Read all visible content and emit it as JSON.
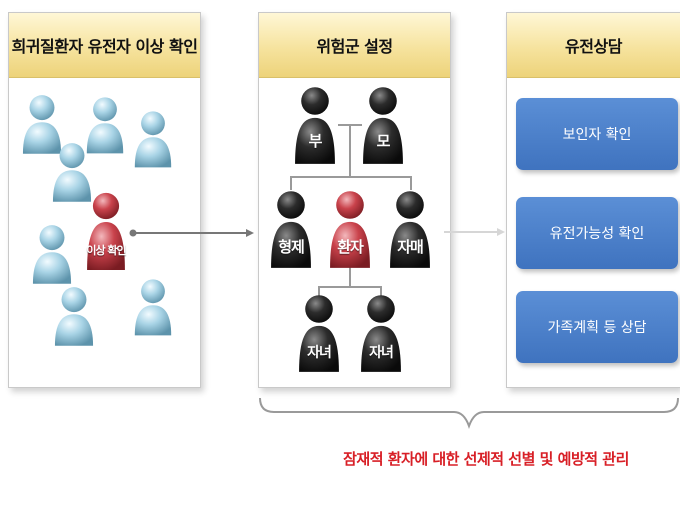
{
  "panels": {
    "detect": {
      "title": "희귀질환자 유전자 이상 확인"
    },
    "risk_group": {
      "title": "위험군 설정"
    },
    "counseling": {
      "title": "유전상담"
    }
  },
  "people": {
    "abnormal": "이상 확인",
    "father": "부",
    "mother": "모",
    "brother": "형제",
    "patient": "환자",
    "sister": "자매",
    "child1": "자녀",
    "child2": "자녀"
  },
  "steps": [
    "보인자 확인",
    "유전가능성 확인",
    "가족계획 등 상담"
  ],
  "footer": "잠재적 환자에 대한 선제적 선별 및 예방적 관리",
  "colors": {
    "header_gold": "#f6e39e",
    "step_blue": "#4a7fca",
    "footer_red": "#d81f26",
    "person_blue": "#a9d4e6",
    "person_red": "#c9424b",
    "person_black": "#2c2c2c"
  }
}
